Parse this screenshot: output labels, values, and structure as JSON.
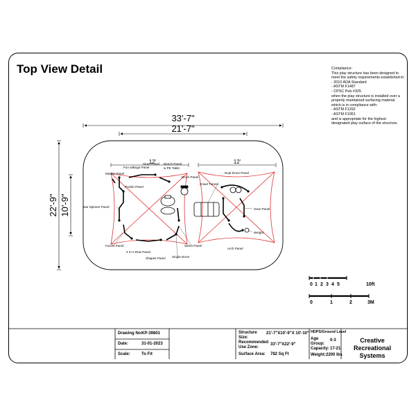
{
  "title": "Top View Detail",
  "compliance": [
    "Compliance:",
    "This play structure has been designed to",
    "meet the safety requirements established in:",
    "- 2010 ADA Standard",
    "- ASTM F1487",
    "- CPSC Pub #325",
    "when the play structure is installed over a",
    "properly maintained surfacing material",
    "which is in compliance with:",
    "- ASTM F1292",
    "- ASTM F1951",
    "and is appropriate for the highest",
    "designated play surface of the structure."
  ],
  "dimensions": {
    "overall_width": "33'-7\"",
    "structure_width": "21'-7\"",
    "overall_depth": "22'-9\"",
    "structure_depth": "10'-9\"",
    "left_deck": "12'",
    "right_deck": "12'"
  },
  "component_labels": {
    "store_panel": "Store Panel",
    "bench_panel": "Bench Panel",
    "pe_table": "w PE Table",
    "fun_bugs": "Fun w/Bugs Panel",
    "marble_panel": "Marble Panel",
    "puzzle_panel": "Puzzle Panel",
    "drum_panel": "Drum Panel",
    "star_spinner": "Star Spinner Panel",
    "fuzzle_panel": "Fuzzle Panel",
    "four_in_row": "4 In A Row Panel",
    "shapes_panel": "Shapes Panel",
    "single_drum": "Single Drum",
    "steno_panel": "Steno Panel",
    "dual_drum": "Dual Drum Panel",
    "crawl_tunnel": "Crawl Tunnel",
    "gear_panel": "Gear Panel",
    "weight": "Weight",
    "arch_panel": "Arch Panel"
  },
  "scales": {
    "feet_ticks": [
      "0",
      "1",
      "2",
      "3",
      "4",
      "5"
    ],
    "feet_end": "10ft",
    "meter_ticks": [
      "0",
      "1",
      "2"
    ],
    "meter_end": "3M"
  },
  "title_block": {
    "drawing_no_label": "Drawing No:",
    "drawing_no": "KP-39801",
    "date_label": "Date:",
    "date": "31-01-2023",
    "scale_label": "Scale:",
    "scale": "To Fit",
    "structure_size_label": "Structure Size:",
    "structure_size": "21'-7\"X10'-9\"X 10'-10\"",
    "use_zone_label": "Recommended Use Zone:",
    "use_zone": "33'-7\"X22'-9\"",
    "surface_area_label": "Surface Area:",
    "surface_area": "782 Sq Ft",
    "hdps_label": "HDPS/Ground Level",
    "hdps_value": "",
    "age_group_label": "Age Group:",
    "age_group": "0-3",
    "capacity_label": "Capacity:",
    "capacity": "17-21",
    "weight_label": "Weight:",
    "weight": "2200 lbs",
    "company_line1": "Creative Recreational",
    "company_line2": "Systems"
  }
}
